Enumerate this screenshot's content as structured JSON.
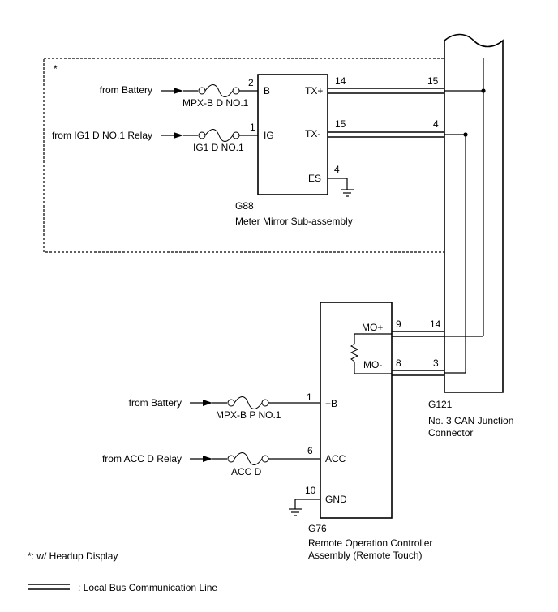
{
  "option_marker": "*",
  "option_note": "*: w/ Headup Display",
  "legend": {
    "label": ": Local Bus Communication Line"
  },
  "g88": {
    "code": "G88",
    "name": "Meter Mirror Sub-assembly",
    "inputs": [
      {
        "source": "from Battery",
        "fuse": "MPX-B D NO.1",
        "pin": "2",
        "terminal": "B"
      },
      {
        "source": "from IG1 D NO.1 Relay",
        "fuse": "IG1 D NO.1",
        "pin": "1",
        "terminal": "IG"
      }
    ],
    "outputs": [
      {
        "terminal": "TX+",
        "pin": "14",
        "junction_pin": "15"
      },
      {
        "terminal": "TX-",
        "pin": "15",
        "junction_pin": "4"
      }
    ],
    "ground": {
      "terminal": "ES",
      "pin": "4"
    }
  },
  "g76": {
    "code": "G76",
    "name_line1": "Remote Operation Controller",
    "name_line2": "Assembly (Remote Touch)",
    "outputs": [
      {
        "terminal": "MO+",
        "pin": "9",
        "junction_pin": "14"
      },
      {
        "terminal": "MO-",
        "pin": "8",
        "junction_pin": "3"
      }
    ],
    "inputs": [
      {
        "source": "from Battery",
        "fuse": "MPX-B P NO.1",
        "pin": "1",
        "terminal": "+B"
      },
      {
        "source": "from ACC D Relay",
        "fuse": "ACC D",
        "pin": "6",
        "terminal": "ACC"
      }
    ],
    "ground": {
      "terminal": "GND",
      "pin": "10"
    }
  },
  "g121": {
    "code": "G121",
    "name_line1": "No. 3 CAN Junction",
    "name_line2": "Connector"
  }
}
